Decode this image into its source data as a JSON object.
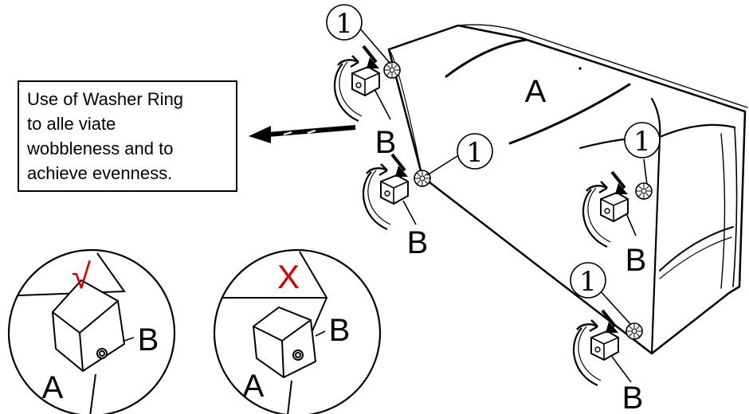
{
  "note": {
    "lines": [
      "Use of Washer Ring",
      "to alle viate",
      "wobbleness and to",
      "achieve evenness."
    ]
  },
  "labels": {
    "cabinet": "A",
    "foot": "B",
    "washer_number": "1",
    "correct_mark": "√",
    "wrong_mark": "X"
  },
  "colors": {
    "line": "#000000",
    "mark_red": "#d40000",
    "background": "#ffffff"
  },
  "icons": {
    "washer": "washer-ring-icon",
    "pointer": "arrow-left-icon"
  }
}
